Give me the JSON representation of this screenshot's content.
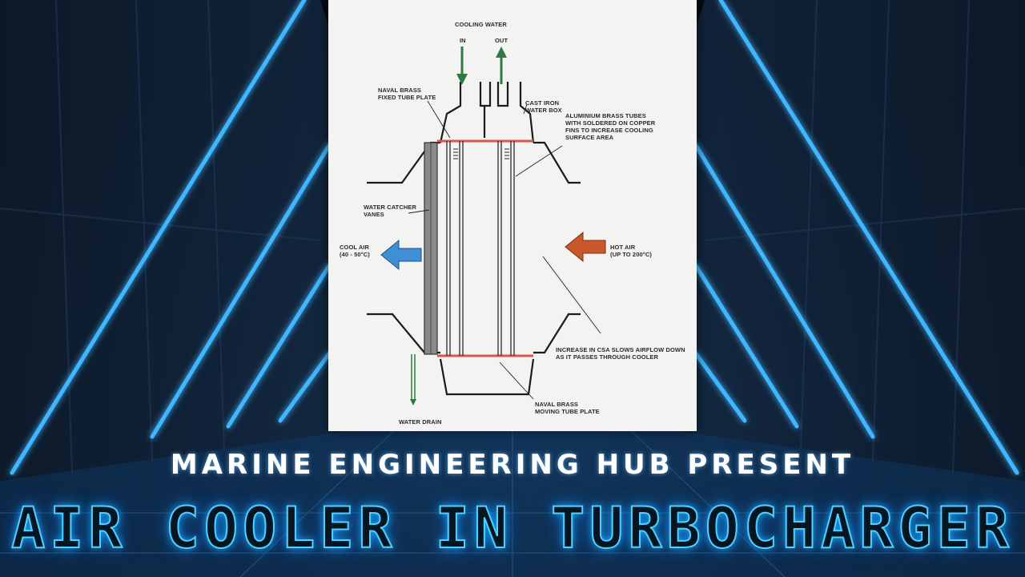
{
  "titles": {
    "present": "MARINE ENGINEERING HUB PRESENT",
    "main": "AIR COOLER IN TURBOCHARGER"
  },
  "diagram": {
    "labels": {
      "cooling_water": "COOLING WATER",
      "in": "IN",
      "out": "OUT",
      "naval_brass_fixed": "NAVAL BRASS\nFIXED TUBE PLATE",
      "cast_iron": "CAST IRON\nWATER BOX",
      "aluminium_tubes": "ALUMINIUM BRASS TUBES\nWITH SOLDERED ON COPPER\nFINS TO INCREASE COOLING\nSURFACE AREA",
      "water_catcher": "WATER CATCHER\nVANES",
      "cool_air": "COOL AIR\n(40 - 50°C)",
      "hot_air": "HOT AIR\n(UP TO 200°C)",
      "csa": "INCREASE IN CSA SLOWS AIRFLOW DOWN\nAS IT PASSES THROUGH COOLER",
      "water_drain": "WATER DRAIN",
      "naval_brass_moving": "NAVAL BRASS\nMOVING TUBE PLATE"
    }
  },
  "colors": {
    "neon": "#1e9bff",
    "cool_arrow": "#3f8fd6",
    "hot_arrow": "#c9582a",
    "tube_plate": "#d9534f",
    "water_arrow": "#2f7a43"
  }
}
